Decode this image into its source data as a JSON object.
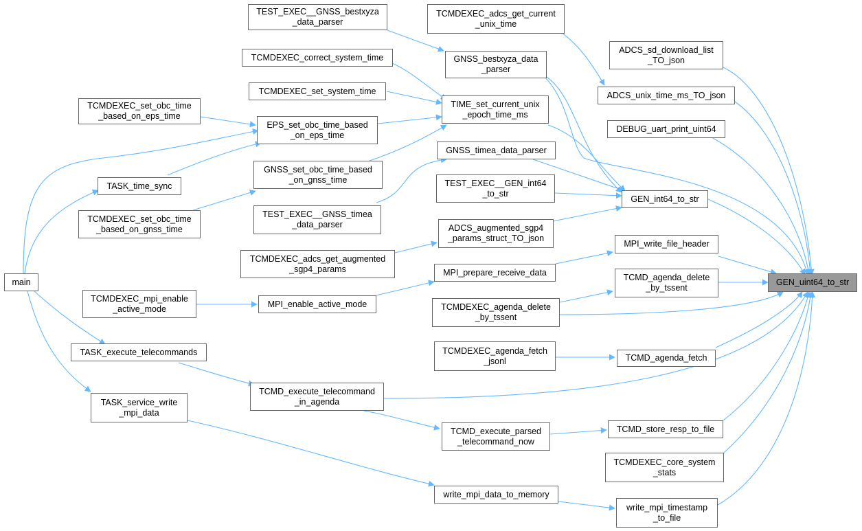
{
  "colors": {
    "edge": "#63b8ff",
    "node_border": "#666666",
    "root_fill": "#999999"
  },
  "nodes": {
    "root": "GEN_uint64_to_str",
    "main": "main",
    "test_exec_gnss_bestxyza": "TEST_EXEC__GNSS_bestxyza\n_data_parser",
    "tcmdexec_correct_system_time": "TCMDEXEC_correct_system_time",
    "tcmdexec_set_system_time": "TCMDEXEC_set_system_time",
    "tcmdexec_set_obc_time_eps": "TCMDEXEC_set_obc_time\n_based_on_eps_time",
    "eps_set_obc_time": "EPS_set_obc_time_based\n_on_eps_time",
    "task_time_sync": "TASK_time_sync",
    "gnss_set_obc_time": "GNSS_set_obc_time_based\n_on_gnss_time",
    "tcmdexec_set_obc_time_gnss": "TCMDEXEC_set_obc_time\n_based_on_gnss_time",
    "test_exec_gnss_timea": "TEST_EXEC__GNSS_timea\n_data_parser",
    "tcmdexec_adcs_get_aug": "TCMDEXEC_adcs_get_augmented\n_sgp4_params",
    "tcmdexec_mpi_enable": "TCMDEXEC_mpi_enable\n_active_mode",
    "mpi_enable_active_mode": "MPI_enable_active_mode",
    "task_execute_telecommands": "TASK_execute_telecommands",
    "tcmd_execute_in_agenda": "TCMD_execute_telecommand\n_in_agenda",
    "task_service_write_mpi": "TASK_service_write\n_mpi_data",
    "tcmdexec_adcs_get_unix": "TCMDEXEC_adcs_get_current\n_unix_time",
    "gnss_bestxyza_parser": "GNSS_bestxyza_data\n_parser",
    "time_set_current_unix": "TIME_set_current_unix\n_epoch_time_ms",
    "gnss_timea_parser": "GNSS_timea_data_parser",
    "test_exec_gen_int64": "TEST_EXEC__GEN_int64\n_to_str",
    "adcs_aug_sgp4_json": "ADCS_augmented_sgp4\n_params_struct_TO_json",
    "mpi_prepare_receive": "MPI_prepare_receive_data",
    "tcmdexec_agenda_delete": "TCMDEXEC_agenda_delete\n_by_tssent",
    "tcmdexec_agenda_fetch": "TCMDEXEC_agenda_fetch\n_jsonl",
    "tcmd_execute_parsed": "TCMD_execute_parsed\n_telecommand_now",
    "write_mpi_data_to_memory": "write_mpi_data_to_memory",
    "adcs_sd_download": "ADCS_sd_download_list\n_TO_json",
    "adcs_unix_time_json": "ADCS_unix_time_ms_TO_json",
    "debug_uart_print": "DEBUG_uart_print_uint64",
    "gen_int64_to_str": "GEN_int64_to_str",
    "mpi_write_file_header": "MPI_write_file_header",
    "tcmd_agenda_delete": "TCMD_agenda_delete\n_by_tssent",
    "tcmd_agenda_fetch": "TCMD_agenda_fetch",
    "tcmd_store_resp": "TCMD_store_resp_to_file",
    "tcmdexec_core_system": "TCMDEXEC_core_system\n_stats",
    "write_mpi_timestamp": "write_mpi_timestamp\n_to_file"
  }
}
